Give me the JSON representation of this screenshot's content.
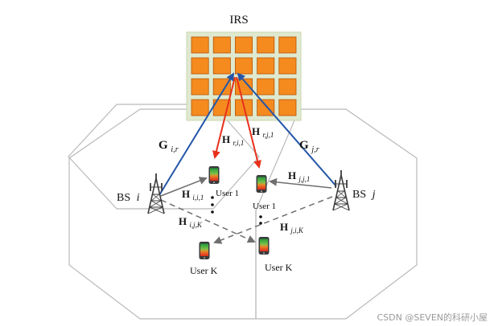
{
  "irs": {
    "title": "IRS",
    "rows": 4,
    "cols": 5,
    "panel_color": "#dfe9cf",
    "element_color": "#f58a1f",
    "element_border": "#b4560a"
  },
  "base_stations": {
    "i": {
      "prefix": "BS",
      "index": "i"
    },
    "j": {
      "prefix": "BS",
      "index": "j"
    }
  },
  "users": {
    "user_1_left": "User 1",
    "user_k_left": "User K",
    "user_1_right": "User 1",
    "user_k_right": "User K"
  },
  "channels": {
    "G_ir": {
      "base": "G",
      "sub": "i,r"
    },
    "G_jr": {
      "base": "G",
      "sub": "j,r"
    },
    "H_ri1": {
      "base": "H",
      "sub": "r,i,1"
    },
    "H_rj1": {
      "base": "H",
      "sub": "r,j,1"
    },
    "H_ii1": {
      "base": "H",
      "sub": "i,i,1"
    },
    "H_ijK": {
      "base": "H",
      "sub": "i,j,K"
    },
    "H_jj1": {
      "base": "H",
      "sub": "j,j,1"
    },
    "H_jiK": {
      "base": "H",
      "sub": "j,i,K"
    }
  },
  "colors": {
    "bs_irs_link": "#2456a8",
    "irs_user_link": "#e8301c",
    "direct_link": "#6f6f6f",
    "cell_outline": "#b9b9b9"
  },
  "icons": {
    "tower": "cell-tower-icon",
    "phone": "smartphone-icon"
  },
  "watermark": "CSDN @SEVEN的科研小屋"
}
